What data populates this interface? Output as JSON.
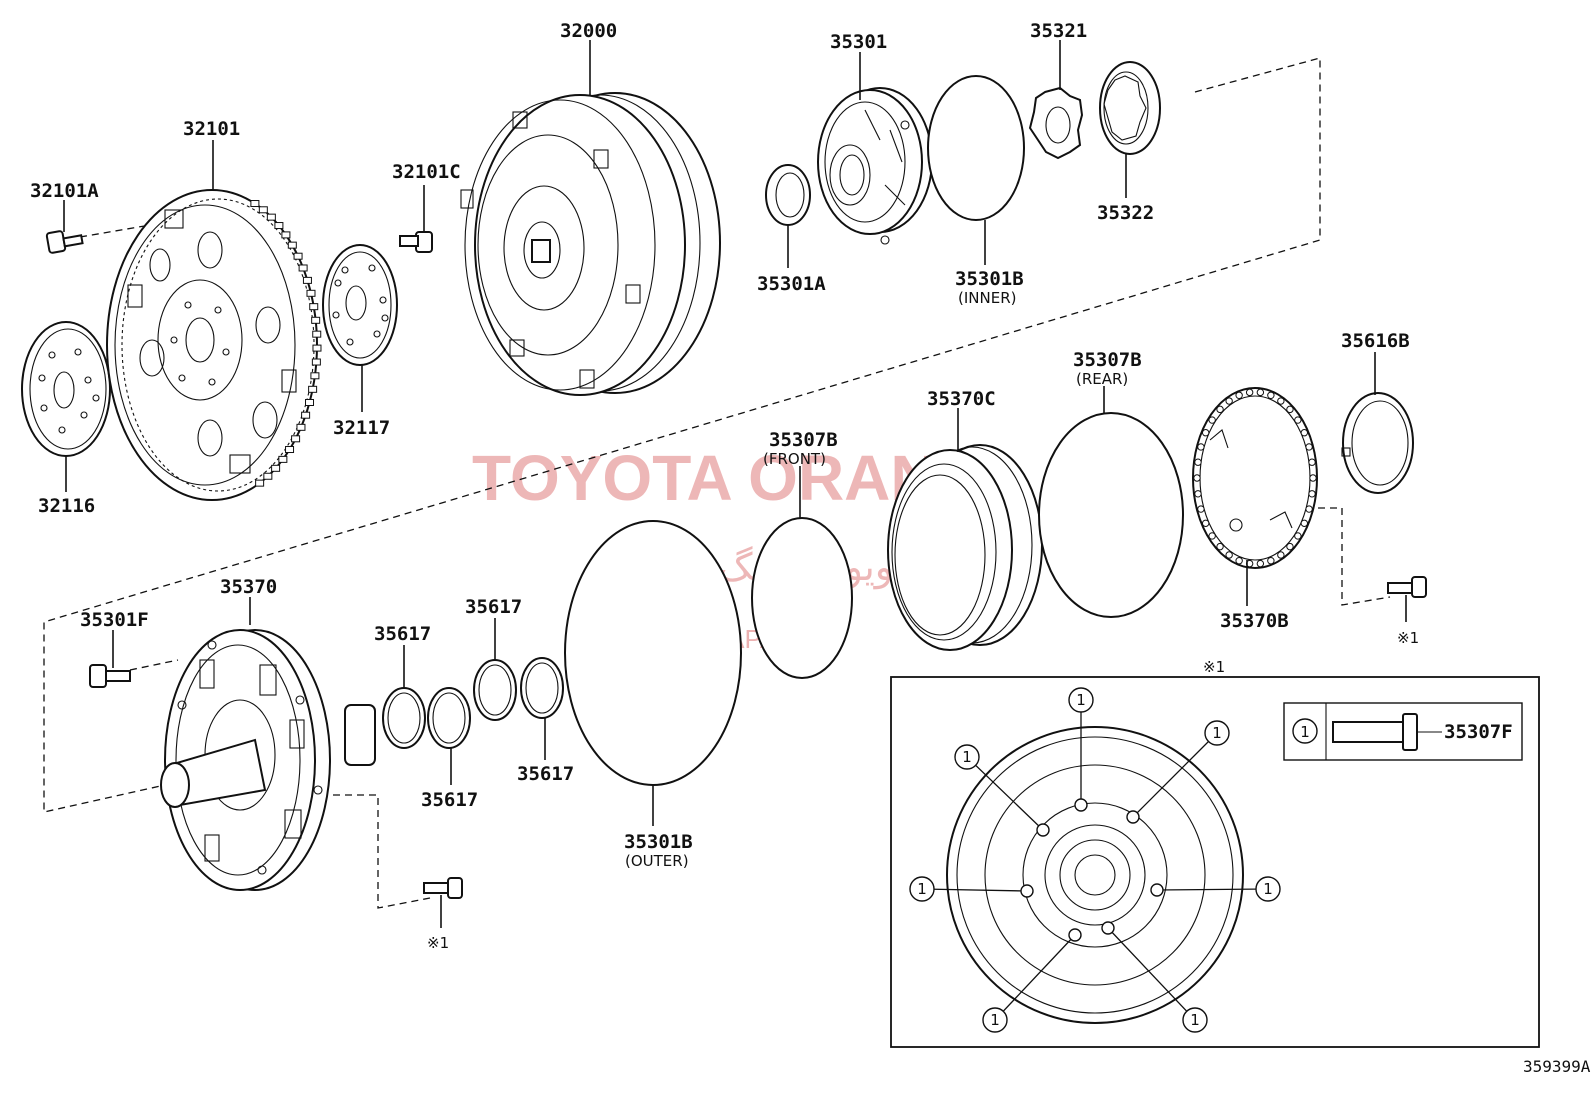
{
  "watermark": {
    "brand": "TOYOTA ORANG",
    "persian": "تویوتا اورنگ",
    "site": "TOYOTAPART.IR"
  },
  "diagram_code": "359399A",
  "labels": {
    "p32000": "32000",
    "p32101": "32101",
    "p32101A": "32101A",
    "p32101C": "32101C",
    "p32116": "32116",
    "p32117": "32117",
    "p35301": "35301",
    "p35301A": "35301A",
    "p35301B_inner": "35301B",
    "inner": "(INNER)",
    "p35321": "35321",
    "p35322": "35322",
    "p35370C": "35370C",
    "p35307B_rear": "35307B",
    "rear": "(REAR)",
    "p35307B_front": "35307B",
    "front": "(FRONT)",
    "p35616B": "35616B",
    "p35370B": "35370B",
    "p35370": "35370",
    "p35301F": "35301F",
    "p35617_a": "35617",
    "p35617_b": "35617",
    "p35617_c": "35617",
    "p35617_d": "35617",
    "p35301B_outer": "35301B",
    "outer": "(OUTER)",
    "note1_a": "※1",
    "note1_b": "※1",
    "note1_c": "※1"
  },
  "detail": {
    "marker": "1",
    "bolt_part": "35307F"
  }
}
